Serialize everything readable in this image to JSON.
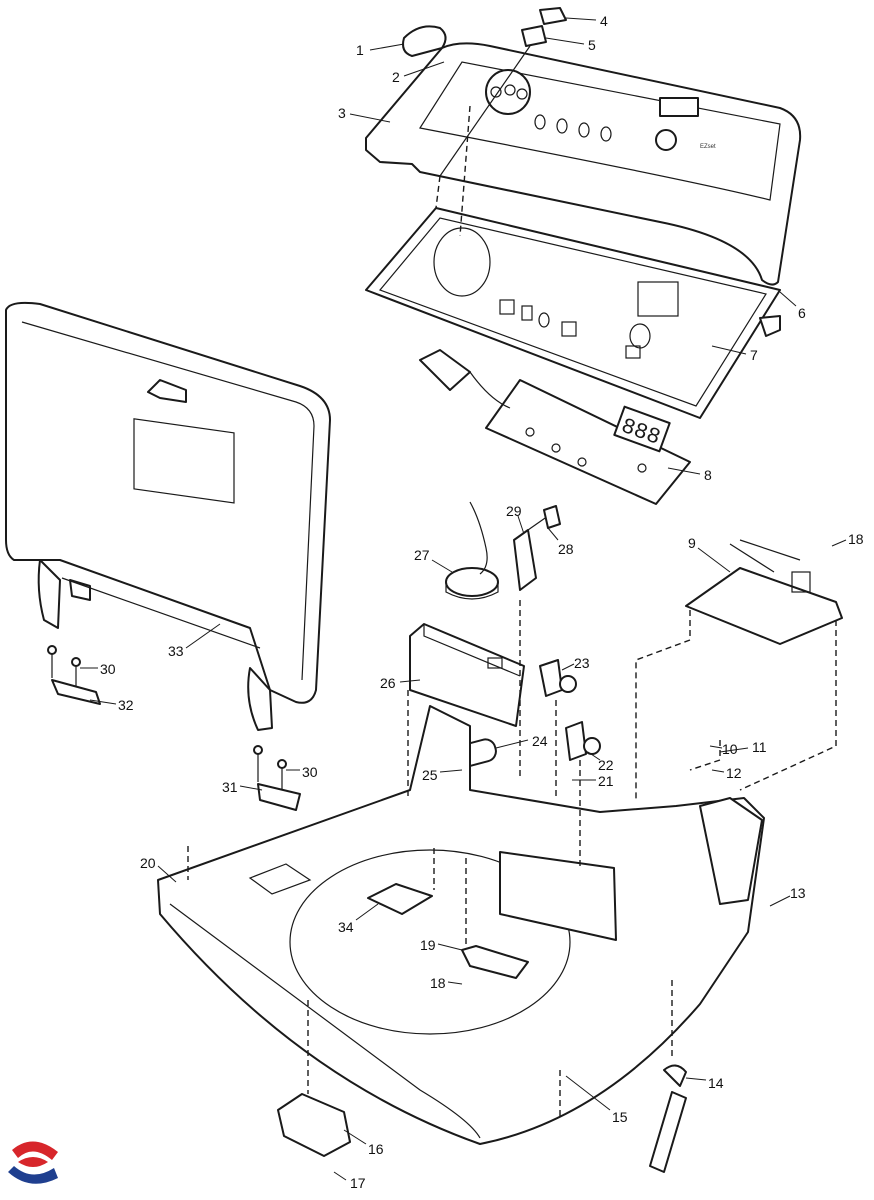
{
  "diagram": {
    "type": "exploded-parts-view",
    "callouts": [
      {
        "n": "1"
      },
      {
        "n": "2"
      },
      {
        "n": "3"
      },
      {
        "n": "4"
      },
      {
        "n": "5"
      },
      {
        "n": "6"
      },
      {
        "n": "7"
      },
      {
        "n": "8"
      },
      {
        "n": "9"
      },
      {
        "n": "10"
      },
      {
        "n": "11"
      },
      {
        "n": "12"
      },
      {
        "n": "13"
      },
      {
        "n": "14"
      },
      {
        "n": "15"
      },
      {
        "n": "16"
      },
      {
        "n": "17"
      },
      {
        "n": "18"
      },
      {
        "n": "18"
      },
      {
        "n": "19"
      },
      {
        "n": "20"
      },
      {
        "n": "21"
      },
      {
        "n": "22"
      },
      {
        "n": "23"
      },
      {
        "n": "24"
      },
      {
        "n": "25"
      },
      {
        "n": "26"
      },
      {
        "n": "27"
      },
      {
        "n": "28"
      },
      {
        "n": "29"
      },
      {
        "n": "30"
      },
      {
        "n": "30"
      },
      {
        "n": "31"
      },
      {
        "n": "32"
      },
      {
        "n": "33"
      },
      {
        "n": "34"
      }
    ],
    "panel_text": {
      "model": "EZset",
      "display_digits": "888"
    },
    "colors": {
      "line": "#1a1a1a",
      "logo_red": "#d7262b",
      "logo_blue": "#1f3f8f"
    }
  }
}
